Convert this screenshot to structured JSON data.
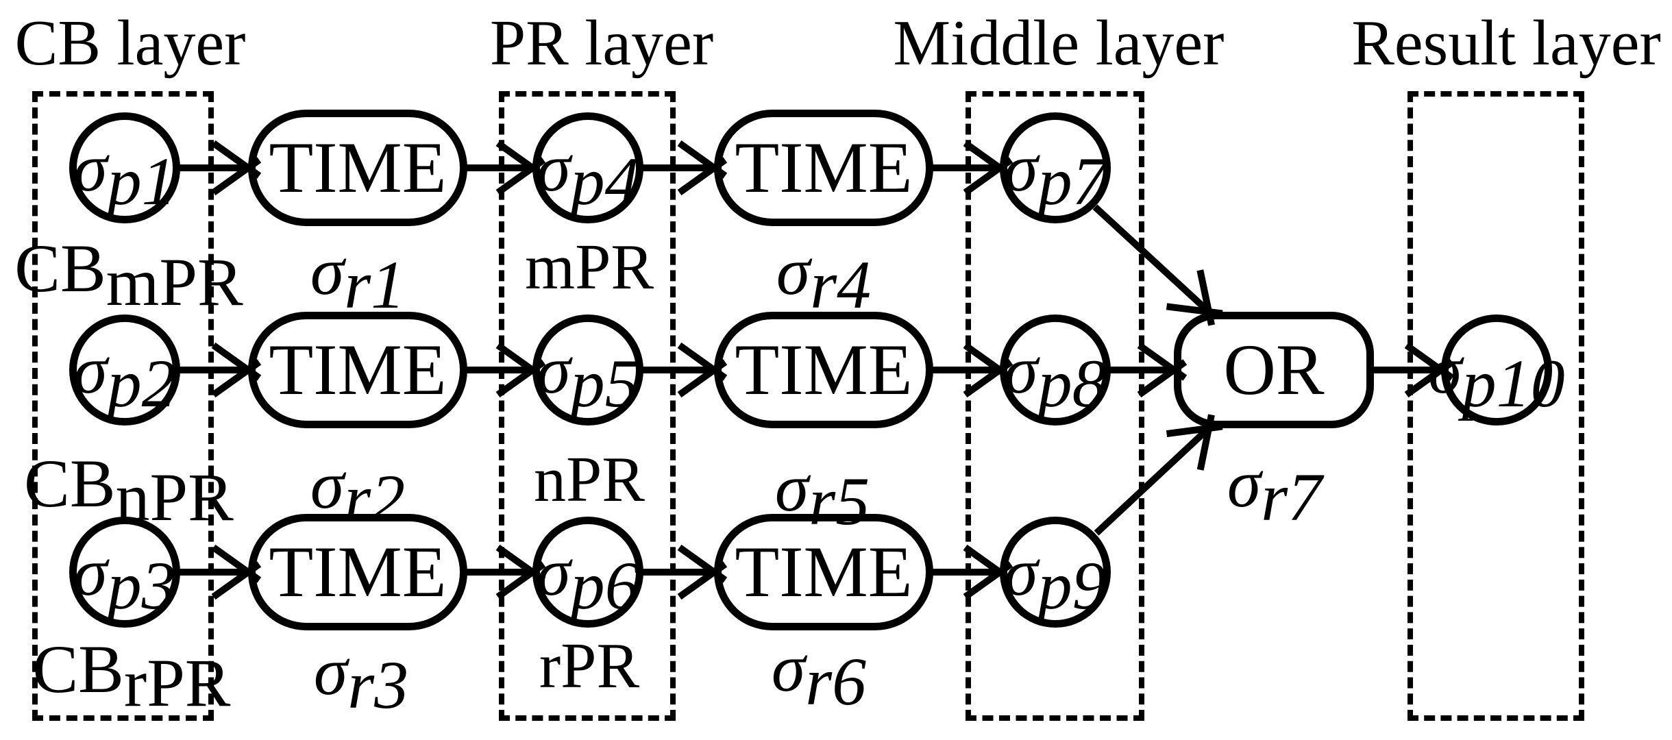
{
  "diagram": {
    "layer_titles": {
      "cb": "CB layer",
      "pr": "PR layer",
      "middle": "Middle layer",
      "result": "Result layer"
    },
    "places": {
      "p1": {
        "base": "σ",
        "sub": "p1"
      },
      "p2": {
        "base": "σ",
        "sub": "p2"
      },
      "p3": {
        "base": "σ",
        "sub": "p3"
      },
      "p4": {
        "base": "σ",
        "sub": "p4"
      },
      "p5": {
        "base": "σ",
        "sub": "p5"
      },
      "p6": {
        "base": "σ",
        "sub": "p6"
      },
      "p7": {
        "base": "σ",
        "sub": "p7"
      },
      "p8": {
        "base": "σ",
        "sub": "p8"
      },
      "p9": {
        "base": "σ",
        "sub": "p9"
      },
      "p10": {
        "base": "σ",
        "sub": "p10"
      }
    },
    "place_captions": {
      "cb_mpr": {
        "base": "CB",
        "sub": "mPR"
      },
      "cb_npr": {
        "base": "CB",
        "sub": "nPR"
      },
      "cb_rpr": {
        "base": "CB",
        "sub": "rPR"
      },
      "pr_m": "mPR",
      "pr_n": "nPR",
      "pr_r": "rPR"
    },
    "transitions": {
      "t1": {
        "label": "TIME"
      },
      "t2": {
        "label": "TIME"
      },
      "t3": {
        "label": "TIME"
      },
      "t4": {
        "label": "TIME"
      },
      "t5": {
        "label": "TIME"
      },
      "t6": {
        "label": "TIME"
      },
      "or": {
        "label": "OR"
      }
    },
    "transition_captions": {
      "r1": {
        "base": "σ",
        "sub": "r1"
      },
      "r2": {
        "base": "σ",
        "sub": "r2"
      },
      "r3": {
        "base": "σ",
        "sub": "r3"
      },
      "r4": {
        "base": "σ",
        "sub": "r4"
      },
      "r5": {
        "base": "σ",
        "sub": "r5"
      },
      "r6": {
        "base": "σ",
        "sub": "r6"
      },
      "r7": {
        "base": "σ",
        "sub": "r7"
      }
    },
    "edges": [
      {
        "from": "p1",
        "to": "t1"
      },
      {
        "from": "t1",
        "to": "p4"
      },
      {
        "from": "p4",
        "to": "t4"
      },
      {
        "from": "t4",
        "to": "p7"
      },
      {
        "from": "p2",
        "to": "t2"
      },
      {
        "from": "t2",
        "to": "p5"
      },
      {
        "from": "p5",
        "to": "t5"
      },
      {
        "from": "t5",
        "to": "p8"
      },
      {
        "from": "p8",
        "to": "or"
      },
      {
        "from": "or",
        "to": "p10"
      },
      {
        "from": "p3",
        "to": "t3"
      },
      {
        "from": "t3",
        "to": "p6"
      },
      {
        "from": "p6",
        "to": "t6"
      },
      {
        "from": "t6",
        "to": "p9"
      },
      {
        "from": "p7",
        "to": "or"
      },
      {
        "from": "p9",
        "to": "or"
      }
    ],
    "colors": {
      "ink": "#000000",
      "background": "#ffffff"
    }
  }
}
